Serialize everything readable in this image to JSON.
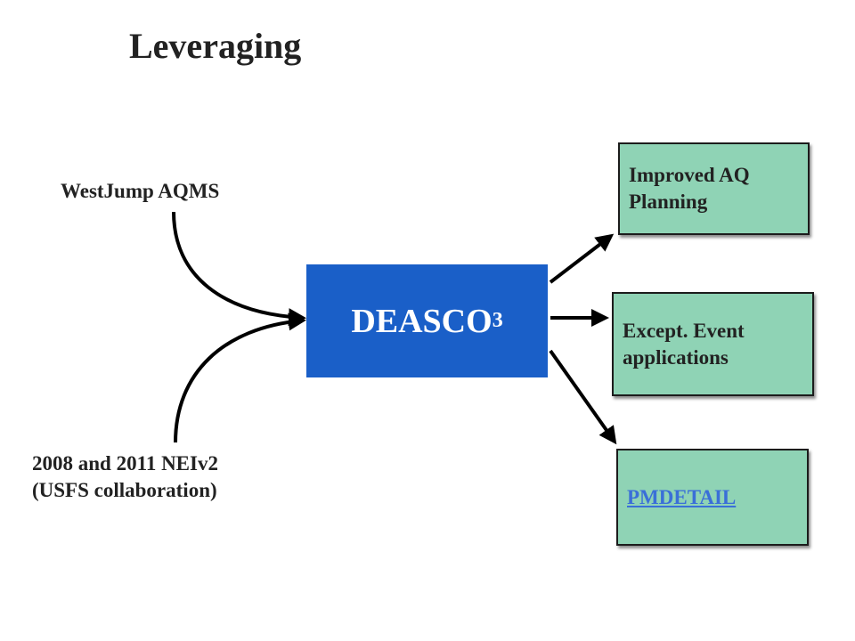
{
  "title": "Leveraging",
  "center": {
    "label": "DEASCO",
    "subscript": "3"
  },
  "inputs": [
    {
      "label": "WestJump AQMS"
    },
    {
      "label": "2008 and 2011 NEIv2\n(USFS collaboration)"
    }
  ],
  "outputs": [
    {
      "label": "Improved AQ\nPlanning",
      "is_link": false
    },
    {
      "label": "Except. Event\napplications",
      "is_link": false
    },
    {
      "label": "PMDETAIL",
      "is_link": true
    }
  ],
  "colors": {
    "center_fill": "#1a5fc8",
    "output_fill": "#8fd3b5",
    "link_text": "#3a6fd8",
    "arrow": "#000000"
  }
}
